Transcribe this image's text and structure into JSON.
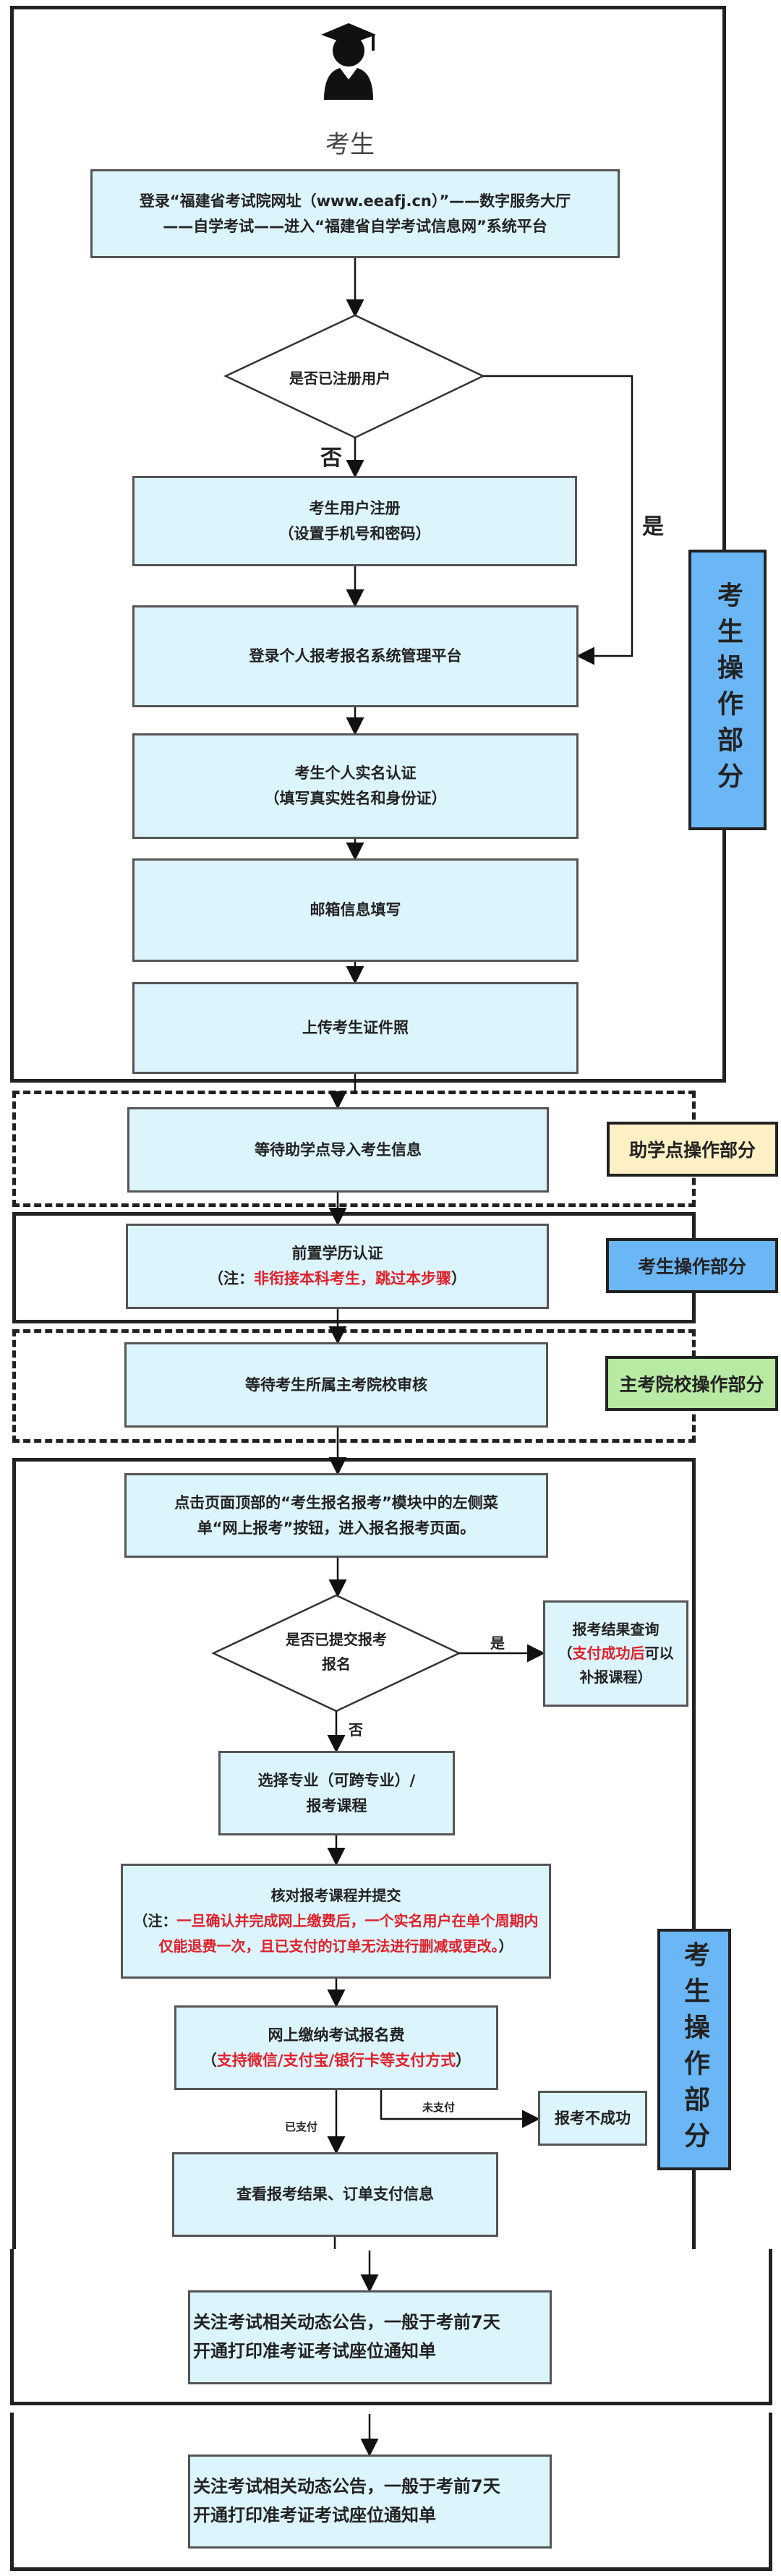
{
  "actor": {
    "icon": "graduate-student-icon",
    "label": "考生"
  },
  "steps": {
    "login_portal": [
      "登录“福建省考试院网址（www.eeafj.cn）”——数字服务大厅",
      "——自学考试——进入“福建省自学考试信息网”系统平台"
    ],
    "registered_q": "是否已注册用户",
    "no": "否",
    "yes": "是",
    "register": [
      "考生用户注册",
      "（设置手机号和密码）"
    ],
    "login_platform": "登录个人报考报名系统管理平台",
    "realname": [
      "考生个人实名认证",
      "（填写真实姓名和身份证）"
    ],
    "email": "邮箱信息填写",
    "upload_photo": "上传考生证件照",
    "wait_import": "等待助学点导入考生信息",
    "pre_edu": {
      "title": "前置学历认证",
      "note_prefix": "（注：",
      "note_red": "非衔接本科考生，跳过本步骤",
      "note_suffix": "）"
    },
    "wait_review": "等待考生所属主考院校审核",
    "click_menu": [
      "点击页面顶部的“考生报名报考”模块中的左侧菜",
      "单“网上报考”按钮，进入报名报考页面。"
    ],
    "submitted_q": [
      "是否已提交报考",
      "报名"
    ],
    "query_result": {
      "title": "报考结果查询",
      "prefix": "（",
      "red": "支付成功后",
      "suffix": "可以补报课程）"
    },
    "choose": [
      "选择专业（可跨专业）/",
      "报考课程"
    ],
    "verify": {
      "title": "核对报考课程并提交",
      "note_prefix": "（注：",
      "note_red": "一旦确认并完成网上缴费后，一个实名用户在单个周期内仅能退费一次，且已支付的订单无法进行删减或更改。",
      "note_suffix": "）"
    },
    "pay": {
      "title": "网上缴纳考试报名费",
      "prefix": "（",
      "red": "支持微信/支付宝/银行卡等支付方式",
      "suffix": "）"
    },
    "unpaid": "未支付",
    "paid": "已支付",
    "fail": "报考不成功",
    "view_result": "查看报考结果、订单支付信息",
    "notice_1": [
      "关注考试相关动态公告，一般于考前7天",
      "开通打印准考证考试座位通知单"
    ],
    "notice_2": [
      "关注考试相关动态公告，一般于考前7天",
      "开通打印准考证考试座位通知单"
    ]
  },
  "lanes": {
    "student_1": "考生操作部分",
    "assist": "助学点操作部分",
    "student_2": "考生操作部分",
    "school": "主考院校操作部分",
    "student_3": "考生操作部分"
  },
  "colors": {
    "box": "#dcf4fc",
    "student": "#6bb7f5",
    "assist": "#fdf0c4",
    "school": "#b8eaa4",
    "note": "#e0202a"
  }
}
